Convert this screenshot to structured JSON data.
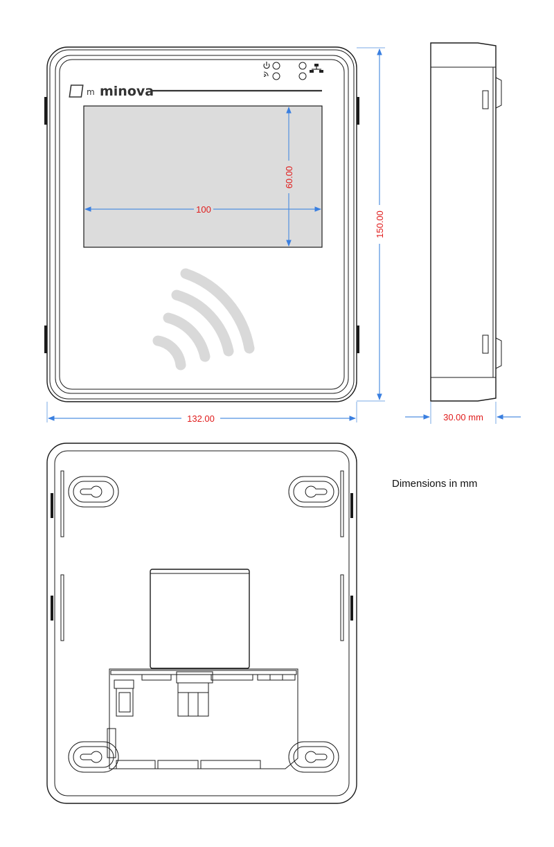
{
  "brand": {
    "name": "minova"
  },
  "dimensions": {
    "screen_width": "100",
    "screen_height": "60.00",
    "device_width": "132.00",
    "device_height": "150.00",
    "device_depth": "30.00 mm"
  },
  "note": "Dimensions in mm",
  "colors": {
    "dimension_text": "#e01b1b",
    "dimension_line": "#4f8fe0",
    "screen": "#dcdcdc",
    "outline": "#1a1a1a",
    "nfc_arcs": "#d9d9d9"
  },
  "icons": {
    "power": "power-icon",
    "wifi": "wifi-icon",
    "network": "network-icon",
    "logo": "minova-logo-icon",
    "nfc": "nfc-icon"
  }
}
